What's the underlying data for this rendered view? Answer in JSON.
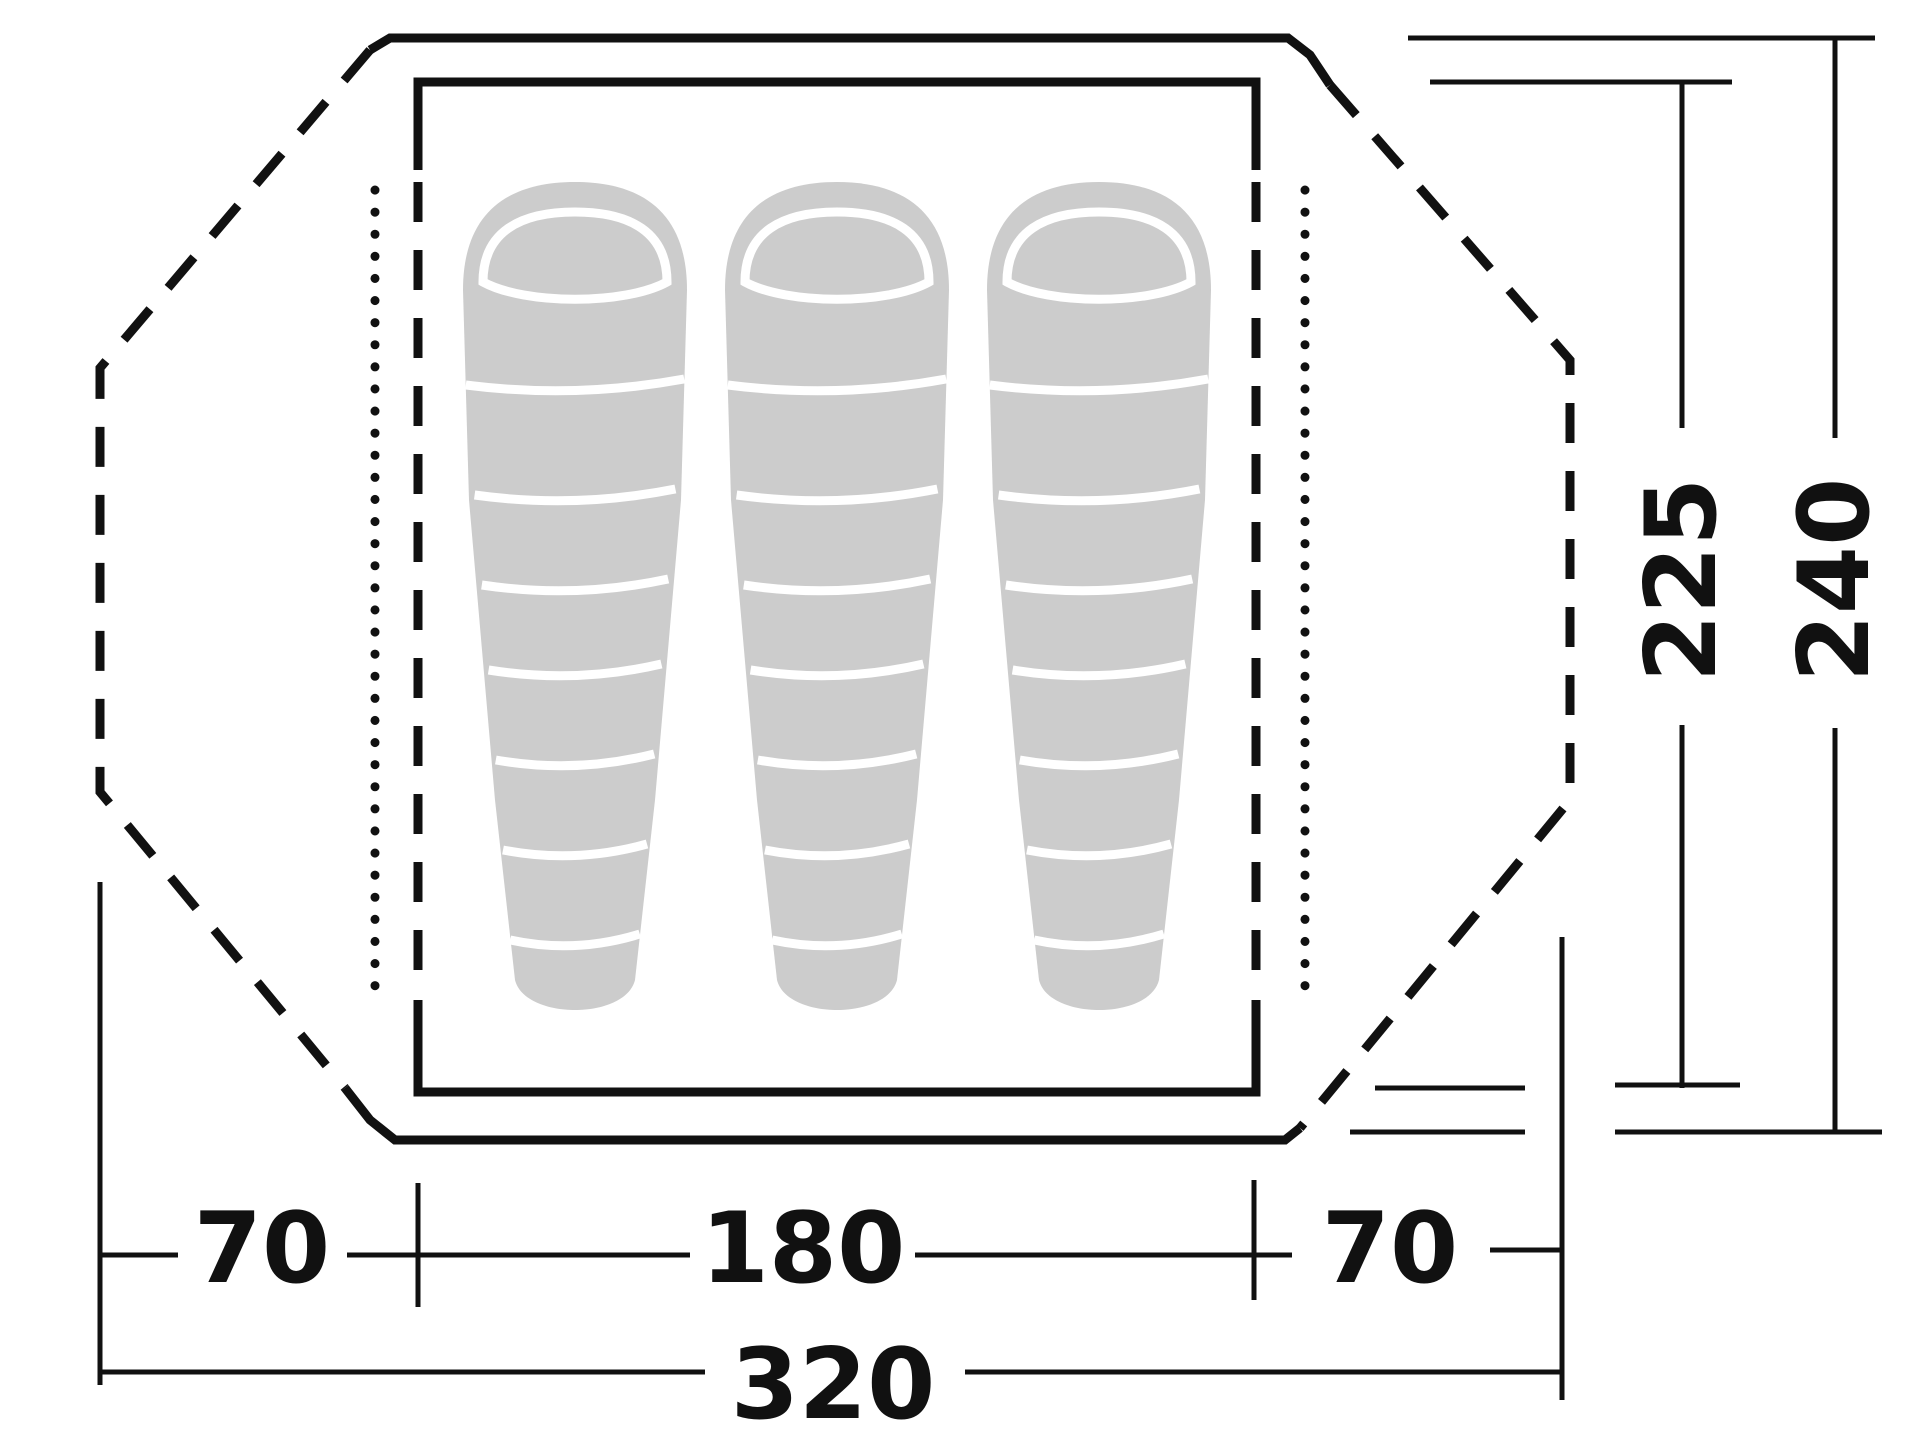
{
  "dimensions": {
    "left_vestibule_width": "70",
    "inner_tent_width": "180",
    "right_vestibule_width": "70",
    "total_length": "320",
    "inner_tent_length": "225",
    "total_width": "240"
  },
  "sleeping_bags": 3,
  "colors": {
    "lines": "#111111",
    "sleeping_bag_fill": "#cccccc",
    "sleeping_bag_outline": "#ffffff",
    "background": "#ffffff"
  }
}
